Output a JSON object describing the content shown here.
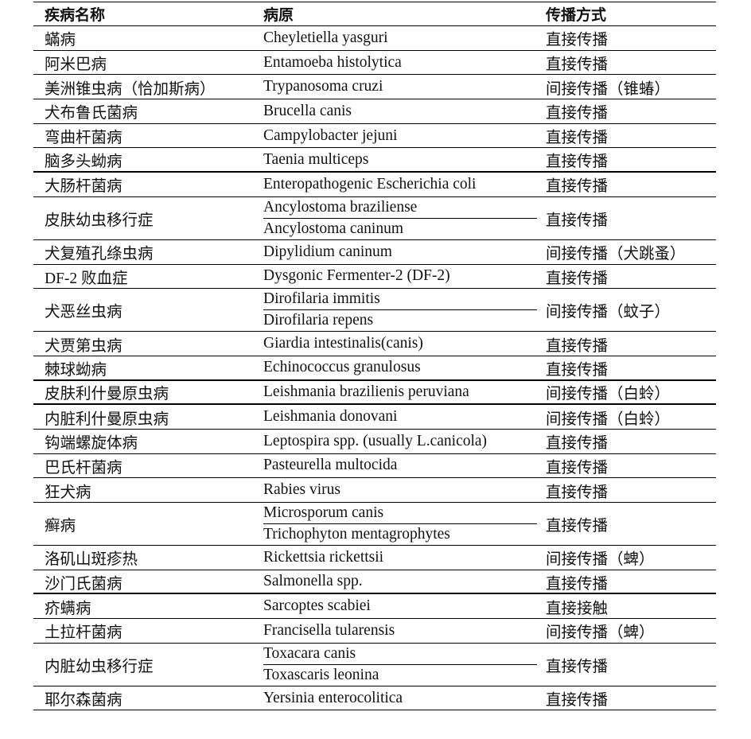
{
  "header": {
    "disease": "疾病名称",
    "pathogen": "病原",
    "transmission": "传播方式"
  },
  "rows": [
    {
      "disease": "蟎病",
      "pathogens": [
        "Cheyletiella yasguri"
      ],
      "transmission": "直接传播"
    },
    {
      "disease": "阿米巴病",
      "pathogens": [
        "Entamoeba histolytica"
      ],
      "transmission": "直接传播"
    },
    {
      "disease": "美洲锥虫病（恰加斯病）",
      "pathogens": [
        "Trypanosoma cruzi"
      ],
      "transmission": "间接传播（锥蝽）"
    },
    {
      "disease": "犬布鲁氏菌病",
      "pathogens": [
        "Brucella canis"
      ],
      "transmission": "直接传播"
    },
    {
      "disease": "弯曲杆菌病",
      "pathogens": [
        "Campylobacter jejuni"
      ],
      "transmission": "直接传播"
    },
    {
      "disease": "脑多头蚴病",
      "pathogens": [
        "Taenia multiceps"
      ],
      "transmission": "直接传播"
    },
    {
      "disease": "大肠杆菌病",
      "pathogens": [
        "Enteropathogenic Escherichia coli"
      ],
      "transmission": "直接传播"
    },
    {
      "disease": "皮肤幼虫移行症",
      "pathogens": [
        "Ancylostoma braziliense",
        "Ancylostoma caninum"
      ],
      "transmission": "直接传播"
    },
    {
      "disease": "犬复殖孔绦虫病",
      "pathogens": [
        "Dipylidium caninum"
      ],
      "transmission": "间接传播（犬跳蚤）"
    },
    {
      "disease": "DF-2 败血症",
      "pathogens": [
        "Dysgonic Fermenter-2 (DF-2)"
      ],
      "transmission": "直接传播"
    },
    {
      "disease": "犬恶丝虫病",
      "pathogens": [
        "Dirofilaria immitis",
        "Dirofilaria repens"
      ],
      "transmission": "间接传播（蚊子）"
    },
    {
      "disease": "犬贾第虫病",
      "pathogens": [
        "Giardia intestinalis(canis)"
      ],
      "transmission": "直接传播"
    },
    {
      "disease": "棘球蚴病",
      "pathogens": [
        "Echinococcus granulosus"
      ],
      "transmission": "直接传播"
    },
    {
      "disease": "皮肤利什曼原虫病",
      "pathogens": [
        "Leishmania brazilienis peruviana"
      ],
      "transmission": "间接传播（白蛉）"
    },
    {
      "disease": "内脏利什曼原虫病",
      "pathogens": [
        "Leishmania donovani"
      ],
      "transmission": "间接传播（白蛉）"
    },
    {
      "disease": "钩端螺旋体病",
      "pathogens": [
        "Leptospira spp. (usually L.canicola)"
      ],
      "transmission": "直接传播"
    },
    {
      "disease": "巴氏杆菌病",
      "pathogens": [
        "Pasteurella multocida"
      ],
      "transmission": "直接传播"
    },
    {
      "disease": "狂犬病",
      "pathogens": [
        "Rabies virus"
      ],
      "transmission": "直接传播"
    },
    {
      "disease": "癣病",
      "pathogens": [
        "Microsporum canis",
        "Trichophyton mentagrophytes"
      ],
      "transmission": "直接传播"
    },
    {
      "disease": "洛矶山斑疹热",
      "pathogens": [
        "Rickettsia rickettsii"
      ],
      "transmission": "间接传播（蜱）"
    },
    {
      "disease": "沙门氏菌病",
      "pathogens": [
        "Salmonella spp."
      ],
      "transmission": "直接传播"
    },
    {
      "disease": "疥螨病",
      "pathogens": [
        "Sarcoptes scabiei"
      ],
      "transmission": "直接接触"
    },
    {
      "disease": "土拉杆菌病",
      "pathogens": [
        "Francisella tularensis"
      ],
      "transmission": "间接传播（蜱）"
    },
    {
      "disease": "内脏幼虫移行症",
      "pathogens": [
        "Toxacara canis",
        "Toxascaris leonina"
      ],
      "transmission": "直接传播"
    },
    {
      "disease": "耶尔森菌病",
      "pathogens": [
        "Yersinia enterocolitica"
      ],
      "transmission": "直接传播"
    }
  ]
}
